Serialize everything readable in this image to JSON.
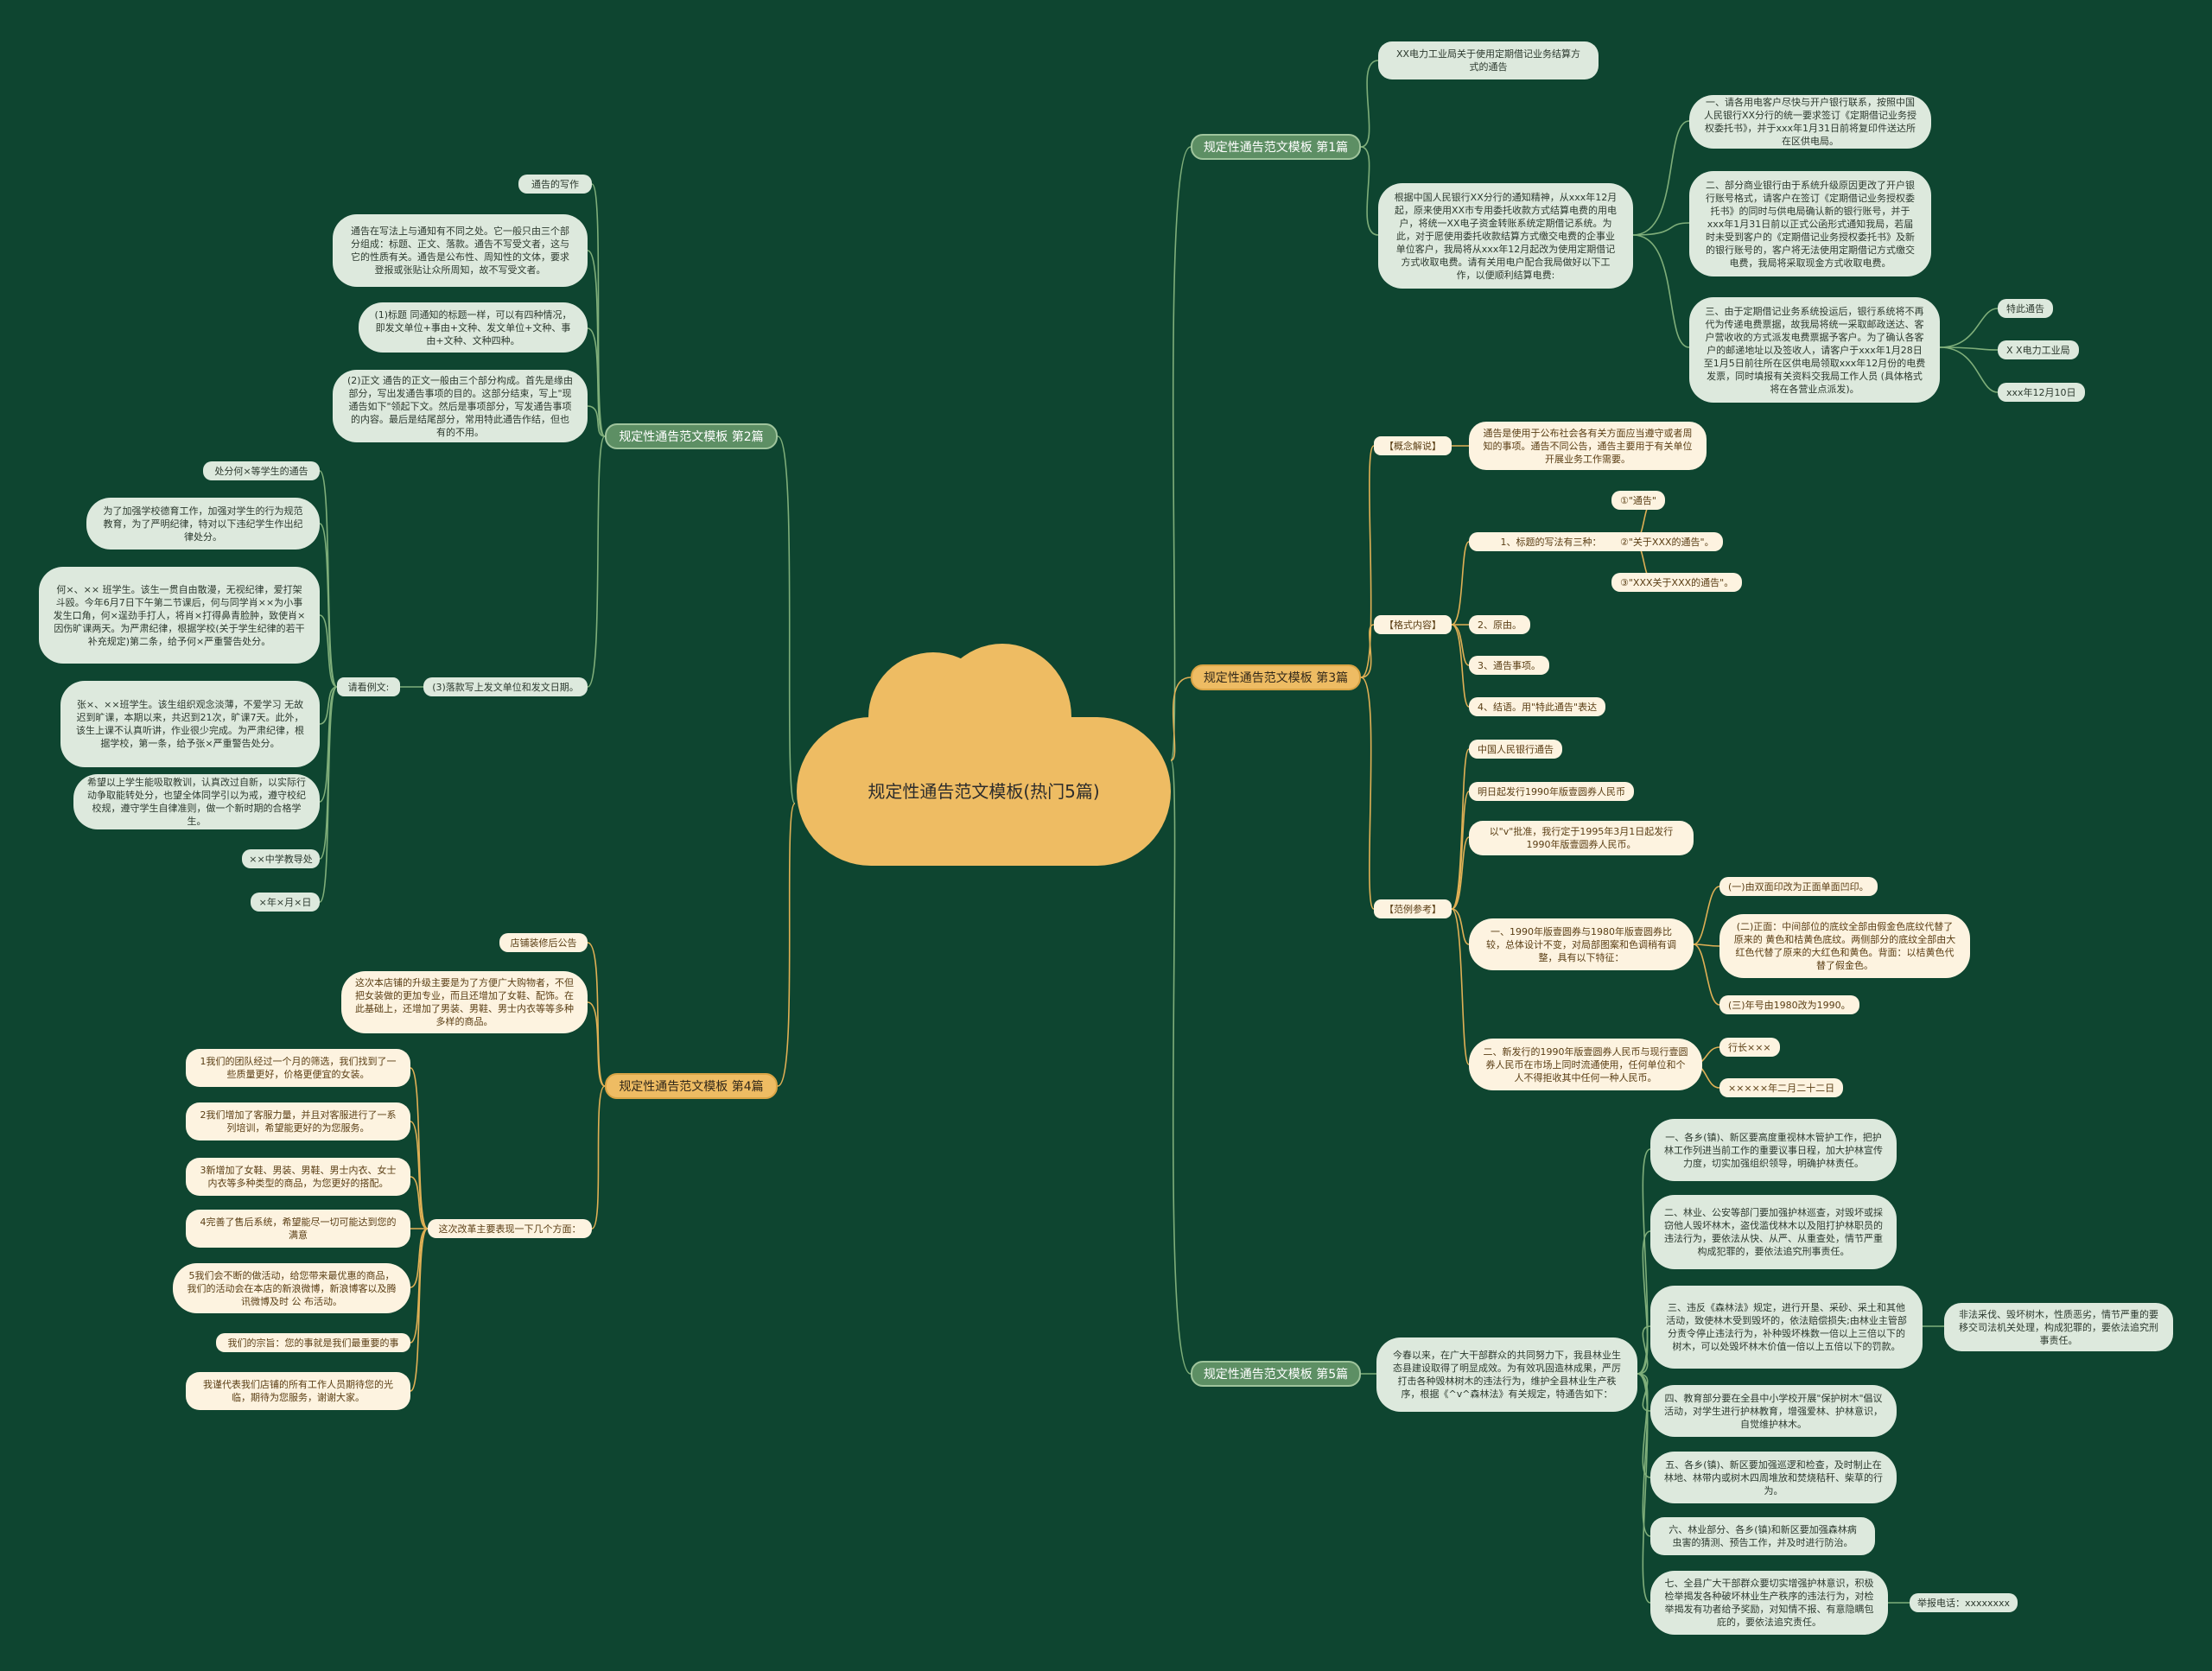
{
  "colors": {
    "background": "#0e4530",
    "root": "#eebc63",
    "branch_green": "#5d8f64",
    "leaf_green": "#dde9dd",
    "leaf_cream": "#fdf3e0",
    "line_green": "#7fae7a",
    "line_orange": "#e0b055"
  },
  "root": {
    "title": "规定性通告范文模板(热门5篇)"
  },
  "branches": {
    "b1": {
      "label": "规定性通告范文模板 第1篇",
      "n1": "XX电力工业局关于使用定期借记业务结算方式的通告",
      "n2": "根据中国人民银行XX分行的通知精神，从xxx年12月起，原来使用XX市专用委托收款方式结算电费的用电户，将统一XX电子资金转账系统定期借记系统。为此，对于愿使用委托收款结算方式缴交电费的企事业单位客户，我局将从xxx年12月起改为使用定期借记方式收取电费。请有关用电户配合我局做好以下工作，以便顺利结算电费:",
      "s1": "一、请各用电客户尽快与开户银行联系，按照中国人民银行XX分行的统一要求签订《定期借记业务授权委托书》，并于xxx年1月31日前将复印件送达所在区供电局。",
      "s2": "二、部分商业银行由于系统升级原因更改了开户银行账号格式，请客户在签订《定期借记业务授权委托书》的同时与供电局确认新的银行账号，并于xxx年1月31日前以正式公函形式通知我局，若届时未受到客户的《定期借记业务授权委托书》及新的银行账号的，客户将无法使用定期借记方式缴交电费，我局将采取现金方式收取电费。",
      "s3": "三、由于定期借记业务系统投运后，银行系统将不再代为传递电费票据，故我局将统一采取邮政送达、客户营收收的方式派发电费票据予客户。为了确认各客户的邮递地址以及签收人，请客户于xxx年1月28日至1月5日前往所在区供电局领取xxx年12月份的电费发票，同时填报有关资料交我局工作人员 (具体格式将在各营业点派发)。",
      "t1": "特此通告",
      "t2": "X X电力工业局",
      "t3": "xxx年12月10日"
    },
    "b2": {
      "label": "规定性通告范文模板 第2篇",
      "n1": "通告的写作",
      "n2": "通告在写法上与通知有不同之处。它一般只由三个部分组成：标题、正文、落款。通告不写受文者，这与它的性质有关。通告是公布性、周知性的文体，要求登报或张贴让众所周知，故不写受文者。",
      "n3": "(1)标题 同通知的标题一样，可以有四种情况，即发文单位+事由+文种、发文单位+文种、事由+文种、文种四种。",
      "n4": "(2)正文 通告的正文一般由三个部分构成。首先是缘由部分，写出发通告事项的目的。这部分结束，写上\"现通告如下\"领起下文。然后是事项部分，写发通告事项的内容。最后是结尾部分，常用特此通告作结，但也有的不用。",
      "n5": "(3)落款写上发文单位和发文日期。",
      "ex_label": "请看例文:",
      "e1": "处分何×等学生的通告",
      "e2": "为了加强学校德育工作，加强对学生的行为规范教育，为了严明纪律，特对以下违纪学生作出纪律处分。",
      "e3": "何×、×× 班学生。该生一贯自由散漫，无视纪律，爱打架斗殴。今年6月7日下午第二节课后，何与同学肖××为小事发生口角，何×逞劲手打人，将肖×打得鼻青脸肿，致使肖×因伤旷课两天。为严肃纪律，根据学校(关于学生纪律的若干补充规定)第二条，给予何×严重警告处分。",
      "e4": "张×、××班学生。该生组织观念淡薄，不爱学习 无故迟到旷课，本期以来，共迟到21次，旷课7天。此外，该生上课不认真听讲，作业很少完成。为严肃纪律，根据学校，第一条，给予张×严重警告处分。",
      "e5": "希望以上学生能吸取教训，认真改过自新，以实际行动争取能转处分，也望全体同学引以为戒，遵守校纪校规，遵守学生自律准则，做一个新时期的合格学生。",
      "e6": "××中学教导处",
      "e7": "×年×月×日"
    },
    "b3": {
      "label": "规定性通告范文模板 第3篇",
      "c1": "【概念解说】",
      "c1a": "通告是使用于公布社会各有关方面应当遵守或者周知的事项。通告不同公告，通告主要用于有关单位开展业务工作需要。",
      "c2": "【格式内容】",
      "f1": "1、标题的写法有三种：",
      "f1a": "①\"通告\"",
      "f1b": "②\"关于XXX的通告\"。",
      "f1c": "③\"XXX关于XXX的通告\"。",
      "f2": "2、原由。",
      "f3": "3、通告事项。",
      "f4": "4、结语。用\"特此通告\"表达",
      "c3": "【范例参考】",
      "r1": "中国人民银行通告",
      "r2": "明日起发行1990年版壹圆券人民币",
      "r3": "以\"v\"批准，我行定于1995年3月1日起发行1990年版壹圆券人民币。",
      "r4": "一、1990年版壹圆券与1980年版壹圆券比较，总体设计不变，对局部图案和色调稍有调整，具有以下特征：",
      "r4a": "(一)由双面印改为正面单面凹印。",
      "r4b": "(二)正面：中间部位的底纹全部由假金色底纹代替了原来的 黄色和桔黄色底纹。两侧部分的底纹全部由大红色代替了原来的大红色和黄色。背面：以桔黄色代替了假金色。",
      "r4c": "(三)年号由1980改为1990。",
      "r5": "二、新发行的1990年版壹圆券人民币与现行壹圆券人民币在市场上同时流通使用，任何单位和个人不得拒收其中任何一种人民币。",
      "r5a": "行长×××",
      "r5b": "×××××年二月二十二日"
    },
    "b4": {
      "label": "规定性通告范文模板 第4篇",
      "n1": "店铺装修后公告",
      "n2": "这次本店铺的升级主要是为了方便广大购物者，不但把女装做的更加专业，而且还增加了女鞋、配饰。在此基础上，还增加了男装、男鞋、男士内衣等等多种多样的商品。",
      "n3": "这次改革主要表现一下几个方面：",
      "i1": "1我们的团队经过一个月的筛选，我们找到了一些质量更好，价格更便宜的女装。",
      "i2": "2我们增加了客服力量，并且对客服进行了一系列培训，希望能更好的为您服务。",
      "i3": "3新增加了女鞋、男装、男鞋、男士内衣、女士内衣等多种类型的商品，为您更好的搭配。",
      "i4": "4完善了售后系统，希望能尽一切可能达到您的满意",
      "i5": "5我们会不断的做活动，给您带来最优惠的商品，我们的活动会在本店的新浪微博，新浪博客以及腾讯微博及时 公 布活动。",
      "i6": "我们的宗旨：您的事就是我们最重要的事",
      "i7": "我谨代表我们店铺的所有工作人员期待您的光临，期待为您服务，谢谢大家。"
    },
    "b5": {
      "label": "规定性通告范文模板 第5篇",
      "n1": "今春以来，在广大干部群众的共同努力下，我县林业生态县建设取得了明显成效。为有效巩固造林成果，严厉打击各种毁林树木的违法行为，维护全县林业生产秩序，根据《^v^森林法》有关规定，特通告如下：",
      "p1": "一、各乡(镇)、新区要高度重视林木管护工作，把护林工作列进当前工作的重要议事日程，加大护林宣传力度，切实加强组织领导，明确护林责任。",
      "p2": "二、林业、公安等部门要加强护林巡查，对毁坏或採窃他人毁坏林木，盗伐滥伐林木以及阻打护林职员的违法行为，要依法从快、从严、从重查处，情节严重构成犯罪的，要依法追究刑事责任。",
      "p3": "三、违反《森林法》规定，进行开垦、采砂、采土和其他活动，致使林木受到毁坏的，依法赔偿损失;由林业主管部分责令停止违法行为，补种毁坏株数一倍以上三倍以下的树木，可以处毁坏林木价值一倍以上五倍以下的罚款。",
      "p3a": "非法采伐、毁坏树木，性质恶劣，情节严重的要移交司法机关处理，构成犯罪的，要依法追究刑事责任。",
      "p4": "四、教育部分要在全县中小学校开展\"保护树木\"倡议活动，对学生进行护林教育，增强爱林、护林意识，自觉维护林木。",
      "p5": "五、各乡(镇)、新区要加强巡逻和检查，及时制止在林地、林带内或树木四周堆放和焚烧秸秆、柴草的行为。",
      "p6": "六、林业部分、各乡(镇)和新区要加强森林病虫害的猜测、预告工作，并及时进行防治。",
      "p7": "七、全县广大干部群众要切实增强护林意识，积极检举揭发各种破坏林业生产秩序的违法行为，对检举揭发有功者给予奖励，对知情不报、有意隐瞒包庇的，要依法追究责任。",
      "p7a": "举报电话：xxxxxxxx"
    }
  }
}
